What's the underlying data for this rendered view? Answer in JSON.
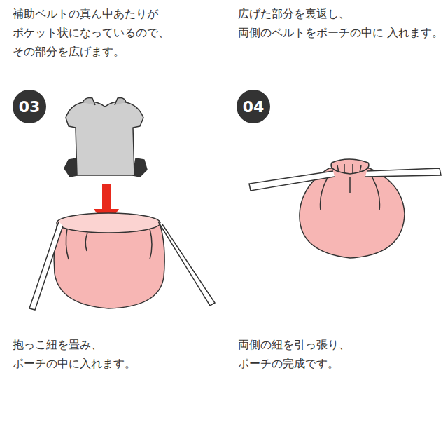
{
  "diagram": {
    "nodes": [
      {
        "text": [
          "03"
        ]
      },
      {
        "text": [
          "04"
        ]
      }
    ],
    "labels": [
      "補助ベルトの真ん中あたりが ポケット状になっているので、 その部分を広げます。",
      "広げた部分を裏返し、 両側のベルトをポーチの中に 入れます。",
      "抱っこ紐を畳み、 ポーチの中に入れます。",
      "両側の紐を引っ張り、 ポーチの完成です。"
    ]
  }
}
